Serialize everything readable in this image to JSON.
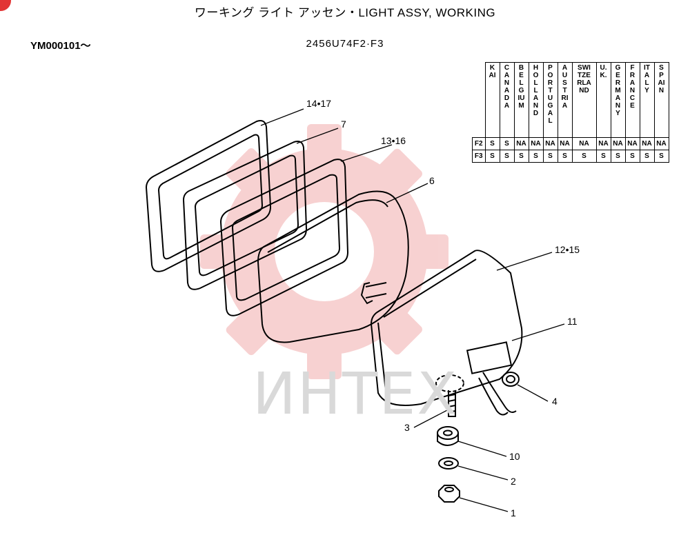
{
  "title": "ワーキング ライト アッセン・LIGHT ASSY, WORKING",
  "serial": "YM000101～",
  "model": "2456U74F2·F3",
  "watermark": "ИНТЕХ",
  "callouts": {
    "c1417": "14•17",
    "c7": "7",
    "c1316": "13•16",
    "c6": "6",
    "c1215": "12•15",
    "c11": "11",
    "c4": "4",
    "c3": "3",
    "c10": "10",
    "c2": "2",
    "c1": "1"
  },
  "spec_table": {
    "columns": [
      "KAI",
      "CANADA",
      "BELGIUM",
      "HOLLAND",
      "PORTUGAL",
      "AUSTRIA",
      "SWITZERLAND",
      "U.K.",
      "GERMANY",
      "FRANCE",
      "ITALY",
      "SPAIN"
    ],
    "rows": [
      {
        "label": "F2",
        "cells": [
          "S",
          "S",
          "NA",
          "NA",
          "NA",
          "NA",
          "NA",
          "NA",
          "NA",
          "NA",
          "NA",
          "NA"
        ]
      },
      {
        "label": "F3",
        "cells": [
          "S",
          "S",
          "S",
          "S",
          "S",
          "S",
          "S",
          "S",
          "S",
          "S",
          "S",
          "S"
        ]
      }
    ]
  },
  "colors": {
    "watermark": "#f5c6c6",
    "badge": "#e23434"
  }
}
